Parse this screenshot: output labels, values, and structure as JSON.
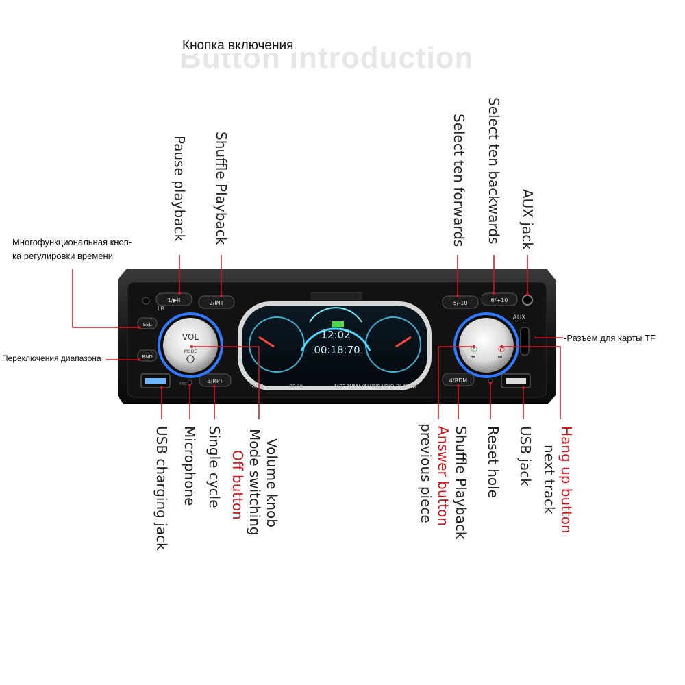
{
  "title": "Кнопка включения",
  "ghost_heading": "Button introduction",
  "device": {
    "model": "8809",
    "brand": "SWM",
    "banner": "MP3/WMA/AUX/RADIO PLAYER",
    "vol_label": "VOL",
    "mode_label": "MODE",
    "aux_label": "AUX",
    "clock_display": "12:02",
    "freq_display": "00:18:70",
    "buttons": {
      "b1": "1/▶II",
      "b2": "2/INT",
      "b3": "3/RPT",
      "b4": "4/RDM",
      "b5": "5/-10",
      "b6": "6/+10",
      "sel": "SEL",
      "band": "BND",
      "lr": "LR",
      "mic": "MIC"
    }
  },
  "labels": {
    "pause": "Pause playback",
    "shuffle_top": "Shuffle Playback",
    "ten_fwd": "Select ten forwards",
    "ten_back": "Select ten backwards",
    "aux": "AUX jack",
    "usb_charging": "USB charging jack",
    "microphone": "Microphone",
    "single_cycle": "Single cycle",
    "vol_line1": "Volume knob",
    "vol_line2": "Mode switching",
    "vol_line3": "Off button",
    "prev_line1": "previous piece",
    "prev_line2": "Answer button",
    "shuffle_bottom": "Shuffle Playback",
    "reset": "Reset hole",
    "usb_jack": "USB jack",
    "next_line1": "next track",
    "next_line2": "Hang up button"
  },
  "notes": {
    "multi": "Многофункциональная кноп-\nка регулировки времени",
    "band_switch": "Переключения диапазона",
    "tf_card": "-Разъем для карты TF"
  },
  "colors": {
    "accent_red": "#d4161c",
    "glow": "#4ad7ff",
    "panel": "#1a1a1a"
  }
}
